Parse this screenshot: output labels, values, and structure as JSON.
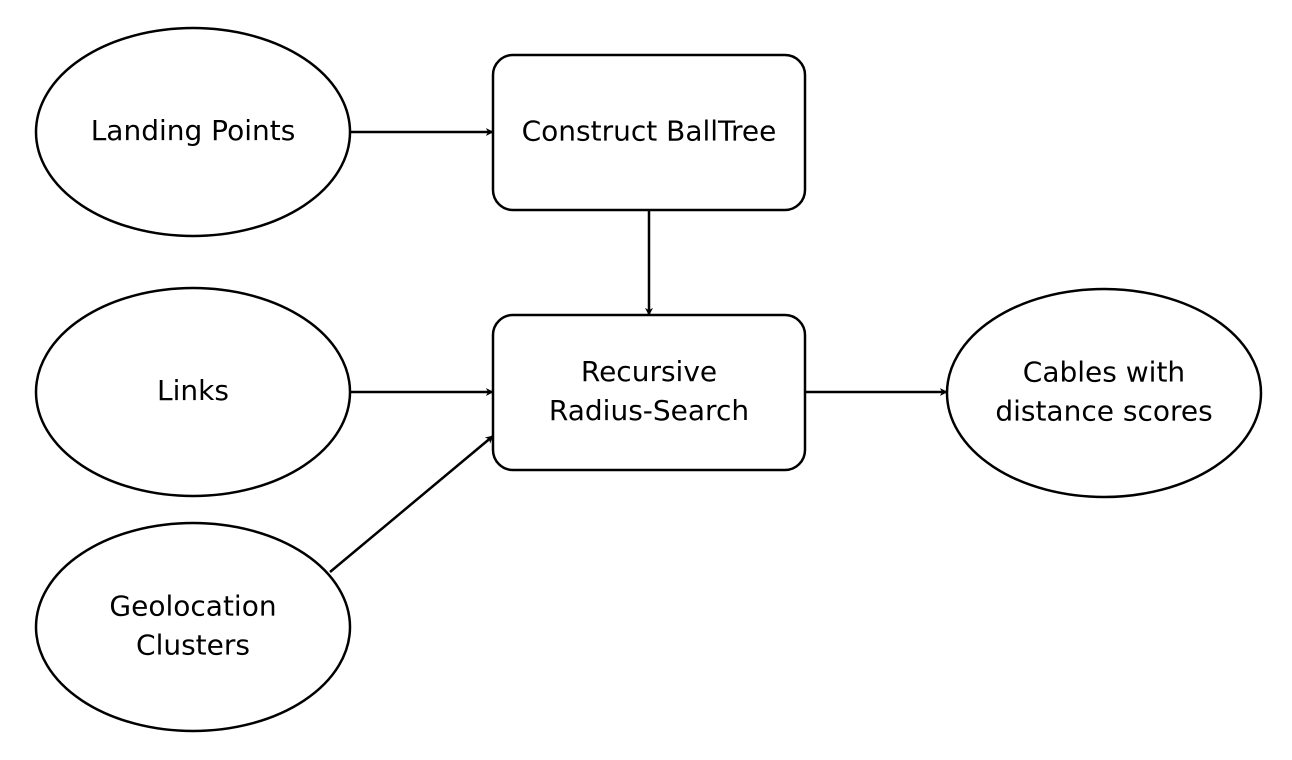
{
  "diagram": {
    "nodes": [
      {
        "id": "landing-points",
        "shape": "ellipse",
        "lines": [
          "Landing Points"
        ]
      },
      {
        "id": "links",
        "shape": "ellipse",
        "lines": [
          "Links"
        ]
      },
      {
        "id": "geolocation-clusters",
        "shape": "ellipse",
        "lines": [
          "Geolocation",
          "Clusters"
        ]
      },
      {
        "id": "construct-balltree",
        "shape": "rounded-rect",
        "lines": [
          "Construct BallTree"
        ]
      },
      {
        "id": "recursive-radius-search",
        "shape": "rounded-rect",
        "lines": [
          "Recursive",
          "Radius-Search"
        ]
      },
      {
        "id": "cables-with-distance-scores",
        "shape": "ellipse",
        "lines": [
          "Cables with",
          "distance scores"
        ]
      }
    ],
    "edges": [
      {
        "from": "landing-points",
        "to": "construct-balltree"
      },
      {
        "from": "construct-balltree",
        "to": "recursive-radius-search"
      },
      {
        "from": "links",
        "to": "recursive-radius-search"
      },
      {
        "from": "geolocation-clusters",
        "to": "recursive-radius-search"
      },
      {
        "from": "recursive-radius-search",
        "to": "cables-with-distance-scores"
      }
    ]
  }
}
